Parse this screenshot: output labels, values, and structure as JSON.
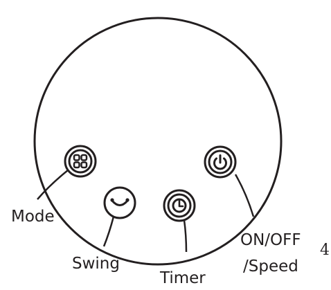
{
  "controls": [
    {
      "id": "mode",
      "icon": "mode-four-petal-icon",
      "label_lines": [
        "Mode"
      ]
    },
    {
      "id": "swing",
      "icon": "swing-arc-icon",
      "label_lines": [
        "Swing"
      ]
    },
    {
      "id": "timer",
      "icon": "timer-clock-icon",
      "label_lines": [
        "Timer"
      ]
    },
    {
      "id": "power",
      "icon": "power-icon",
      "label_lines": [
        "ON/OFF",
        "/Speed"
      ]
    }
  ],
  "page_mark": "4",
  "colors": {
    "ink": "#231f20",
    "background": "#ffffff"
  }
}
